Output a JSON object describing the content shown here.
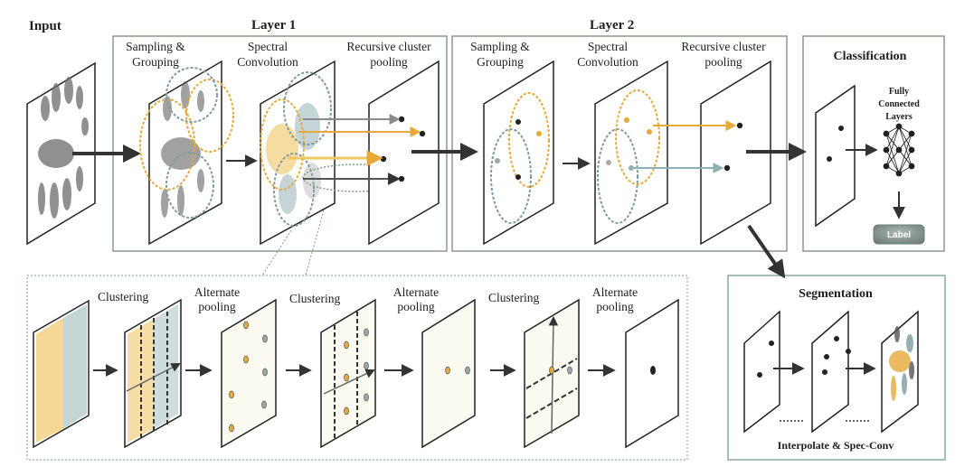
{
  "title_input": "Input",
  "title_layer1": "Layer 1",
  "title_layer2": "Layer 2",
  "title_classification": "Classification",
  "title_segmentation": "Segmentation",
  "stage_labels": {
    "l1_sampling_1": "Sampling &",
    "l1_sampling_2": "Grouping",
    "l1_spectral_1": "Spectral",
    "l1_spectral_2": "Convolution",
    "l1_recursive_1": "Recursive cluster",
    "l1_recursive_2": "pooling",
    "l2_sampling_1": "Sampling &",
    "l2_sampling_2": "Grouping",
    "l2_spectral_1": "Spectral",
    "l2_spectral_2": "Convolution",
    "l2_recursive_1": "Recursive cluster",
    "l2_recursive_2": "pooling"
  },
  "fc_labels": {
    "line1": "Fully",
    "line2": "Connected",
    "line3": "Layers"
  },
  "label_button": "Label",
  "detail_labels": {
    "clustering_1": "Clustering",
    "alternate_1a": "Alternate",
    "alternate_1b": "pooling",
    "clustering_2": "Clustering",
    "alternate_2a": "Alternate",
    "alternate_2b": "pooling",
    "clustering_3": "Clustering",
    "alternate_3a": "Alternate",
    "alternate_3b": "pooling"
  },
  "segmentation_caption": "Interpolate & Spec-Conv",
  "colors": {
    "orange": "#e6a93a",
    "blue_gray": "#7d9ca0",
    "box_border": "#8a9a8c",
    "dashed_border": "#7aa07a",
    "label_fill": "#7f8f88",
    "dark": "#222222"
  }
}
